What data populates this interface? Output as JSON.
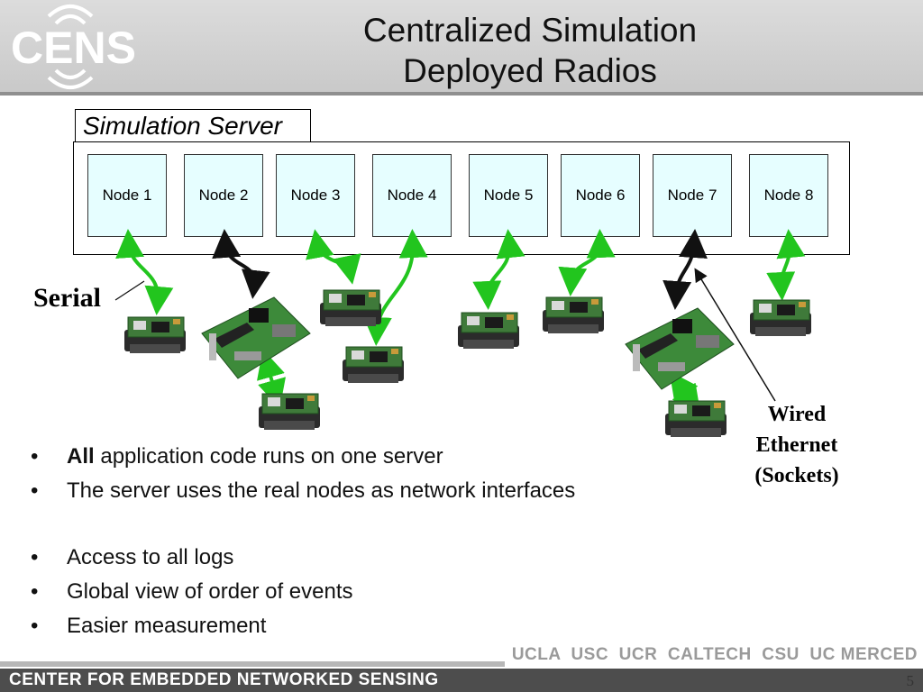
{
  "header": {
    "logo_text": "CENS",
    "title_line1": "Centralized Simulation",
    "title_line2": "Deployed Radios"
  },
  "diagram": {
    "server_label": "Simulation Server",
    "nodes": [
      "Node 1",
      "Node 2",
      "Node 3",
      "Node 4",
      "Node 5",
      "Node 6",
      "Node 7",
      "Node 8"
    ],
    "serial_label": "Serial",
    "wired_label": [
      "Wired",
      "Ethernet",
      "(Sockets)"
    ],
    "colors": {
      "serial_link": "#22c51e",
      "ethernet_link": "#111111",
      "node_fill": "#e6feff"
    }
  },
  "bullets": {
    "b1_bold": "All",
    "b1_rest": " application code runs on one server",
    "b2": "The server uses the real nodes as network interfaces",
    "b3": "Access to all logs",
    "b4": "Global view of order of events",
    "b5": "Easier measurement"
  },
  "footer": {
    "center_name": "CENTER FOR EMBEDDED NETWORKED SENSING",
    "partners": "UCLA  USC  UCR  CALTECH  CSU  UC MERCED",
    "page_number": "5"
  }
}
